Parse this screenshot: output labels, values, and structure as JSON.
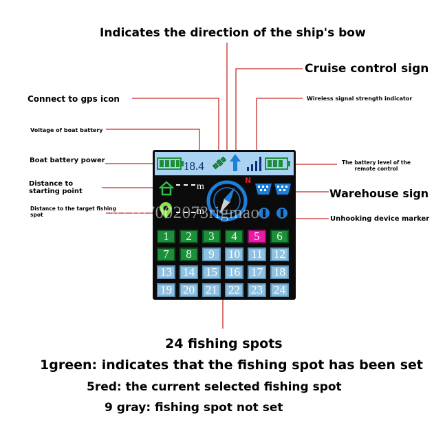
{
  "labels": {
    "bow_direction": "Indicates the direction of the ship's bow",
    "cruise_control": "Cruise control sign",
    "gps_icon": "Connect to gps icon",
    "wireless_signal": "Wireless signal strength indicator",
    "boat_voltage": "Voltage of boat battery",
    "boat_battery": "Boat battery power",
    "remote_battery": "The battery level of the remote control",
    "distance_start": "Distance to starting point",
    "warehouse": "Warehouse sign",
    "distance_target": "Distance to the target fishing spot",
    "unhooking": "Unhooking device marker"
  },
  "screen": {
    "voltage": "18.4",
    "compass_north": "N",
    "distance_unit": "m",
    "fishing_spots": [
      {
        "n": "1",
        "state": "green"
      },
      {
        "n": "2",
        "state": "green"
      },
      {
        "n": "3",
        "state": "green"
      },
      {
        "n": "4",
        "state": "green"
      },
      {
        "n": "5",
        "state": "red"
      },
      {
        "n": "6",
        "state": "green"
      },
      {
        "n": "7",
        "state": "green"
      },
      {
        "n": "8",
        "state": "green"
      },
      {
        "n": "9",
        "state": "gray"
      },
      {
        "n": "10",
        "state": "gray"
      },
      {
        "n": "11",
        "state": "gray"
      },
      {
        "n": "12",
        "state": "gray"
      },
      {
        "n": "13",
        "state": "gray"
      },
      {
        "n": "14",
        "state": "gray"
      },
      {
        "n": "15",
        "state": "gray"
      },
      {
        "n": "16",
        "state": "gray"
      },
      {
        "n": "17",
        "state": "gray"
      },
      {
        "n": "18",
        "state": "gray"
      },
      {
        "n": "19",
        "state": "gray"
      },
      {
        "n": "20",
        "state": "gray"
      },
      {
        "n": "21",
        "state": "gray"
      },
      {
        "n": "22",
        "state": "gray"
      },
      {
        "n": "23",
        "state": "gray"
      },
      {
        "n": "24",
        "state": "gray"
      }
    ]
  },
  "watermark": "cn1107002073rigmao",
  "legend": {
    "title": "24 fishing spots",
    "green": "1green: indicates that the fishing spot has been set",
    "red": "5red: the current selected fishing spot",
    "gray": "9 gray: fishing spot not set"
  },
  "colors": {
    "set": "#1d8f3a",
    "selected": "#e81aa6",
    "not_set": "#8fc1e0",
    "leader_line": "#c62828"
  }
}
